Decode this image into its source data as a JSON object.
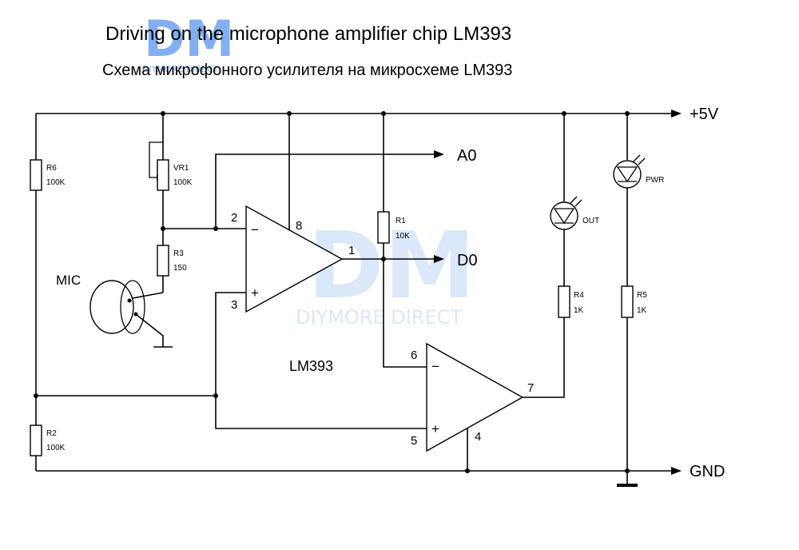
{
  "title": "Driving on the microphone amplifier chip LM393",
  "subtitle": "Схема микрофонного усилителя на микросхеме LM393",
  "watermark": {
    "logo": "DM",
    "brand": "DIYMORE DIRECT",
    "color": "#1e6fe8",
    "fade_color": "#bcd6f6"
  },
  "nets": {
    "vcc": "+5V",
    "gnd": "GND",
    "analog_out": "A0",
    "digital_out": "D0"
  },
  "chip": "LM393",
  "components": {
    "r6": {
      "name": "R6",
      "value": "100K"
    },
    "vr1": {
      "name": "VR1",
      "value": "100K"
    },
    "r3": {
      "name": "R3",
      "value": "150"
    },
    "r2": {
      "name": "R2",
      "value": "100K"
    },
    "r1": {
      "name": "R1",
      "value": "10K"
    },
    "r4": {
      "name": "R4",
      "value": "1K"
    },
    "r5": {
      "name": "R5",
      "value": "1K"
    },
    "mic": {
      "name": "MIC"
    },
    "led_out": {
      "name": "OUT"
    },
    "led_pwr": {
      "name": "PWR"
    }
  },
  "pins": {
    "p1": "1",
    "p2": "2",
    "p3": "3",
    "p4": "4",
    "p5": "5",
    "p6": "6",
    "p7": "7",
    "p8": "8"
  },
  "symbols": {
    "minus": "−",
    "plus": "+"
  }
}
